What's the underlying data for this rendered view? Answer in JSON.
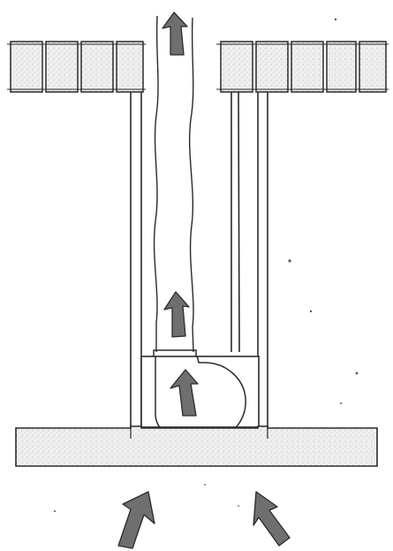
{
  "figure": {
    "description_labels": [],
    "colors": {
      "line": "#2a2a2a",
      "stipple_fill": "#e9e9e9",
      "arrow_fill": "#6f6f6f",
      "arrow_stroke": "#2a2a2a",
      "background": "#ffffff"
    },
    "parts": {
      "tiles_left_count": 4,
      "tiles_right_count": 5
    },
    "arrows": {
      "airflow_count": 5
    }
  }
}
